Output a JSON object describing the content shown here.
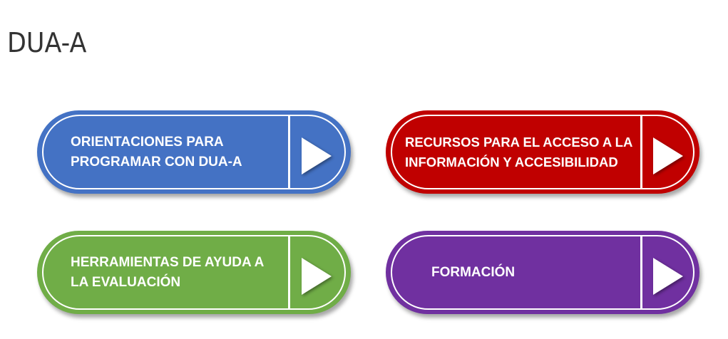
{
  "page": {
    "title": "DUA-A"
  },
  "buttons": [
    {
      "label": "ORIENTACIONES PARA PROGRAMAR CON DUA-A",
      "color": "#4472C4"
    },
    {
      "label": "RECURSOS PARA EL ACCESO A LA INFORMACIÓN Y ACCESIBILIDAD",
      "color": "#C00000"
    },
    {
      "label": "HERRAMIENTAS DE AYUDA A LA EVALUACIÓN",
      "color": "#70AD47"
    },
    {
      "label": "FORMACIÓN",
      "color": "#7030A0"
    }
  ]
}
